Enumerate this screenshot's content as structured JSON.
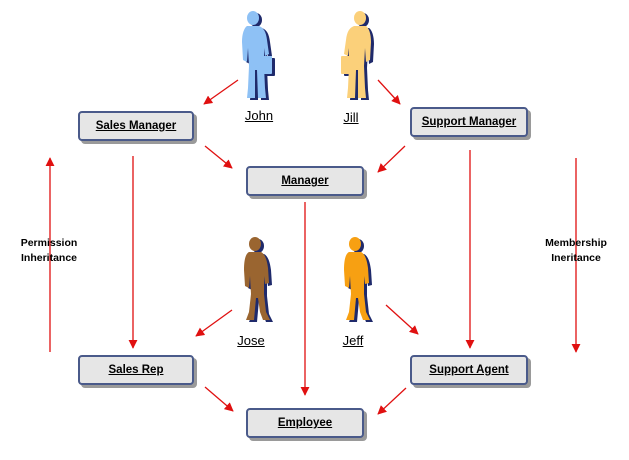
{
  "roles": {
    "sales_manager": "Sales Manager",
    "support_manager": "Support Manager",
    "manager": "Manager",
    "sales_rep": "Sales Rep",
    "support_agent": "Support Agent",
    "employee": "Employee"
  },
  "users": {
    "john": "John",
    "jill": "Jill",
    "jose": "Jose",
    "jeff": "Jeff"
  },
  "side_labels": {
    "permission": [
      "Permission",
      "Inheritance"
    ],
    "membership": [
      "Membership",
      "Ineritance"
    ]
  },
  "colors": {
    "arrow": "#e01010",
    "box_fill": "#e6e6e6",
    "box_border": "#4a5a8a",
    "john": "#8ec1f5",
    "jill": "#fbd07a",
    "jose": "#9a6530",
    "jeff": "#f7a012",
    "figure_shadow": "#1f2a6b"
  },
  "icons": {
    "john": "person-with-briefcase-icon",
    "jill": "person-with-briefcase-icon",
    "jose": "person-icon",
    "jeff": "person-icon"
  }
}
